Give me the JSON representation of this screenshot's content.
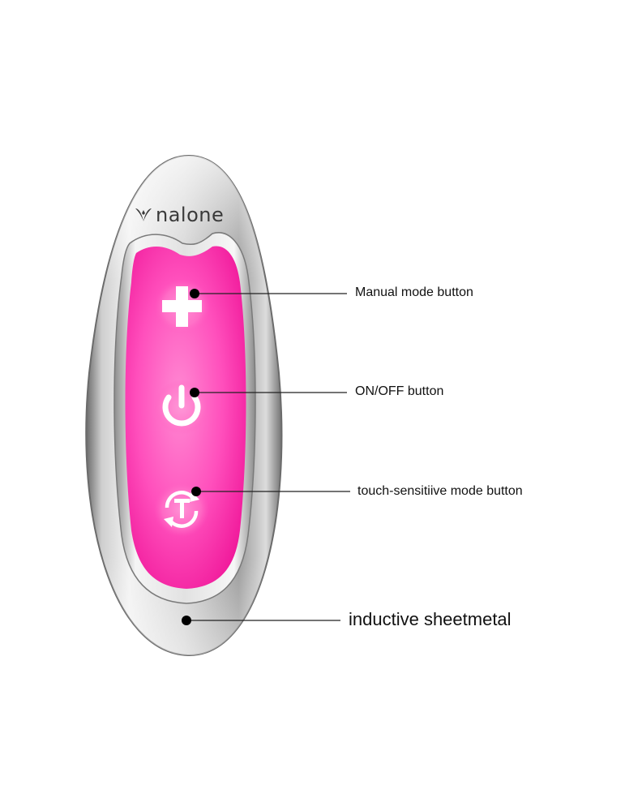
{
  "brand": {
    "name": "nalone",
    "icon": "nalone-logo-icon"
  },
  "device": {
    "buttons": [
      {
        "id": "plus",
        "icon": "plus-icon"
      },
      {
        "id": "power",
        "icon": "power-icon"
      },
      {
        "id": "touch",
        "icon": "touch-mode-icon",
        "glyph": "T"
      }
    ],
    "colors": {
      "pad": "#ff3fb3",
      "pad_glow": "#ff8ad3",
      "metal": "#b9b9b9",
      "outline": "#6b6b6b"
    }
  },
  "callouts": {
    "manual_mode": "Manual mode button",
    "on_off": "ON/OFF button",
    "touch_mode": "touch-sensitiive mode button",
    "sheetmetal": "inductive sheetmetal"
  }
}
